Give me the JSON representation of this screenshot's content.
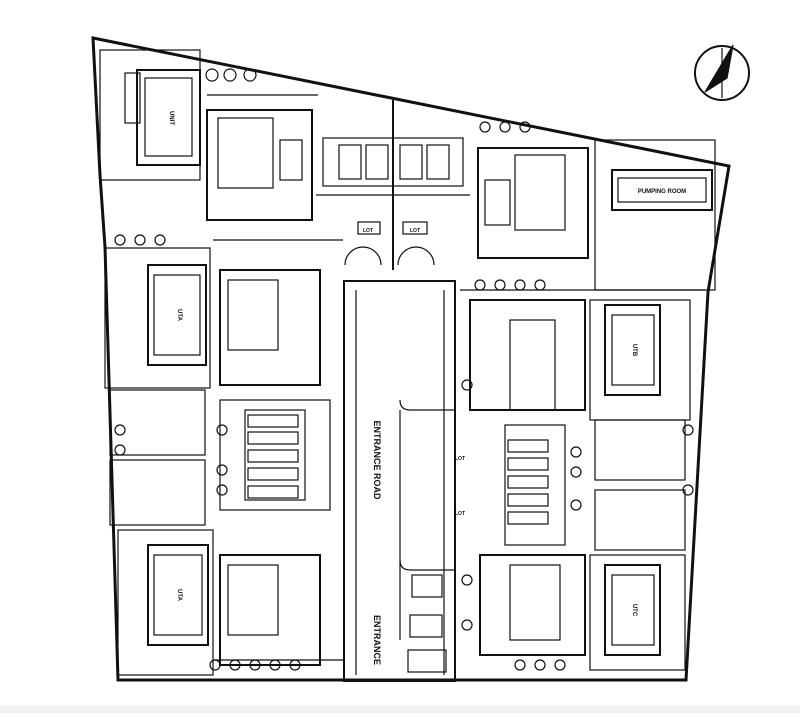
{
  "plan": {
    "colors": {
      "line": "#111111",
      "background": "#ffffff",
      "band": "#f2f2f2"
    },
    "labels": {
      "entrance_road": "ENTRANCE ROAD",
      "entrance": "ENTRANCE",
      "pumping_room": "PUMPING ROOM",
      "unit": "UNIT",
      "uta_upper": "UTA",
      "uta_lower": "UTA",
      "utb": "UTB",
      "utc": "UTC",
      "parking_1": "LOT",
      "parking_2": "LOT",
      "parking_3": "LOT",
      "parking_4": "LOT"
    },
    "icons": {
      "north": "north-arrow-icon",
      "tree": "tree-icon",
      "car": "car-icon"
    }
  }
}
